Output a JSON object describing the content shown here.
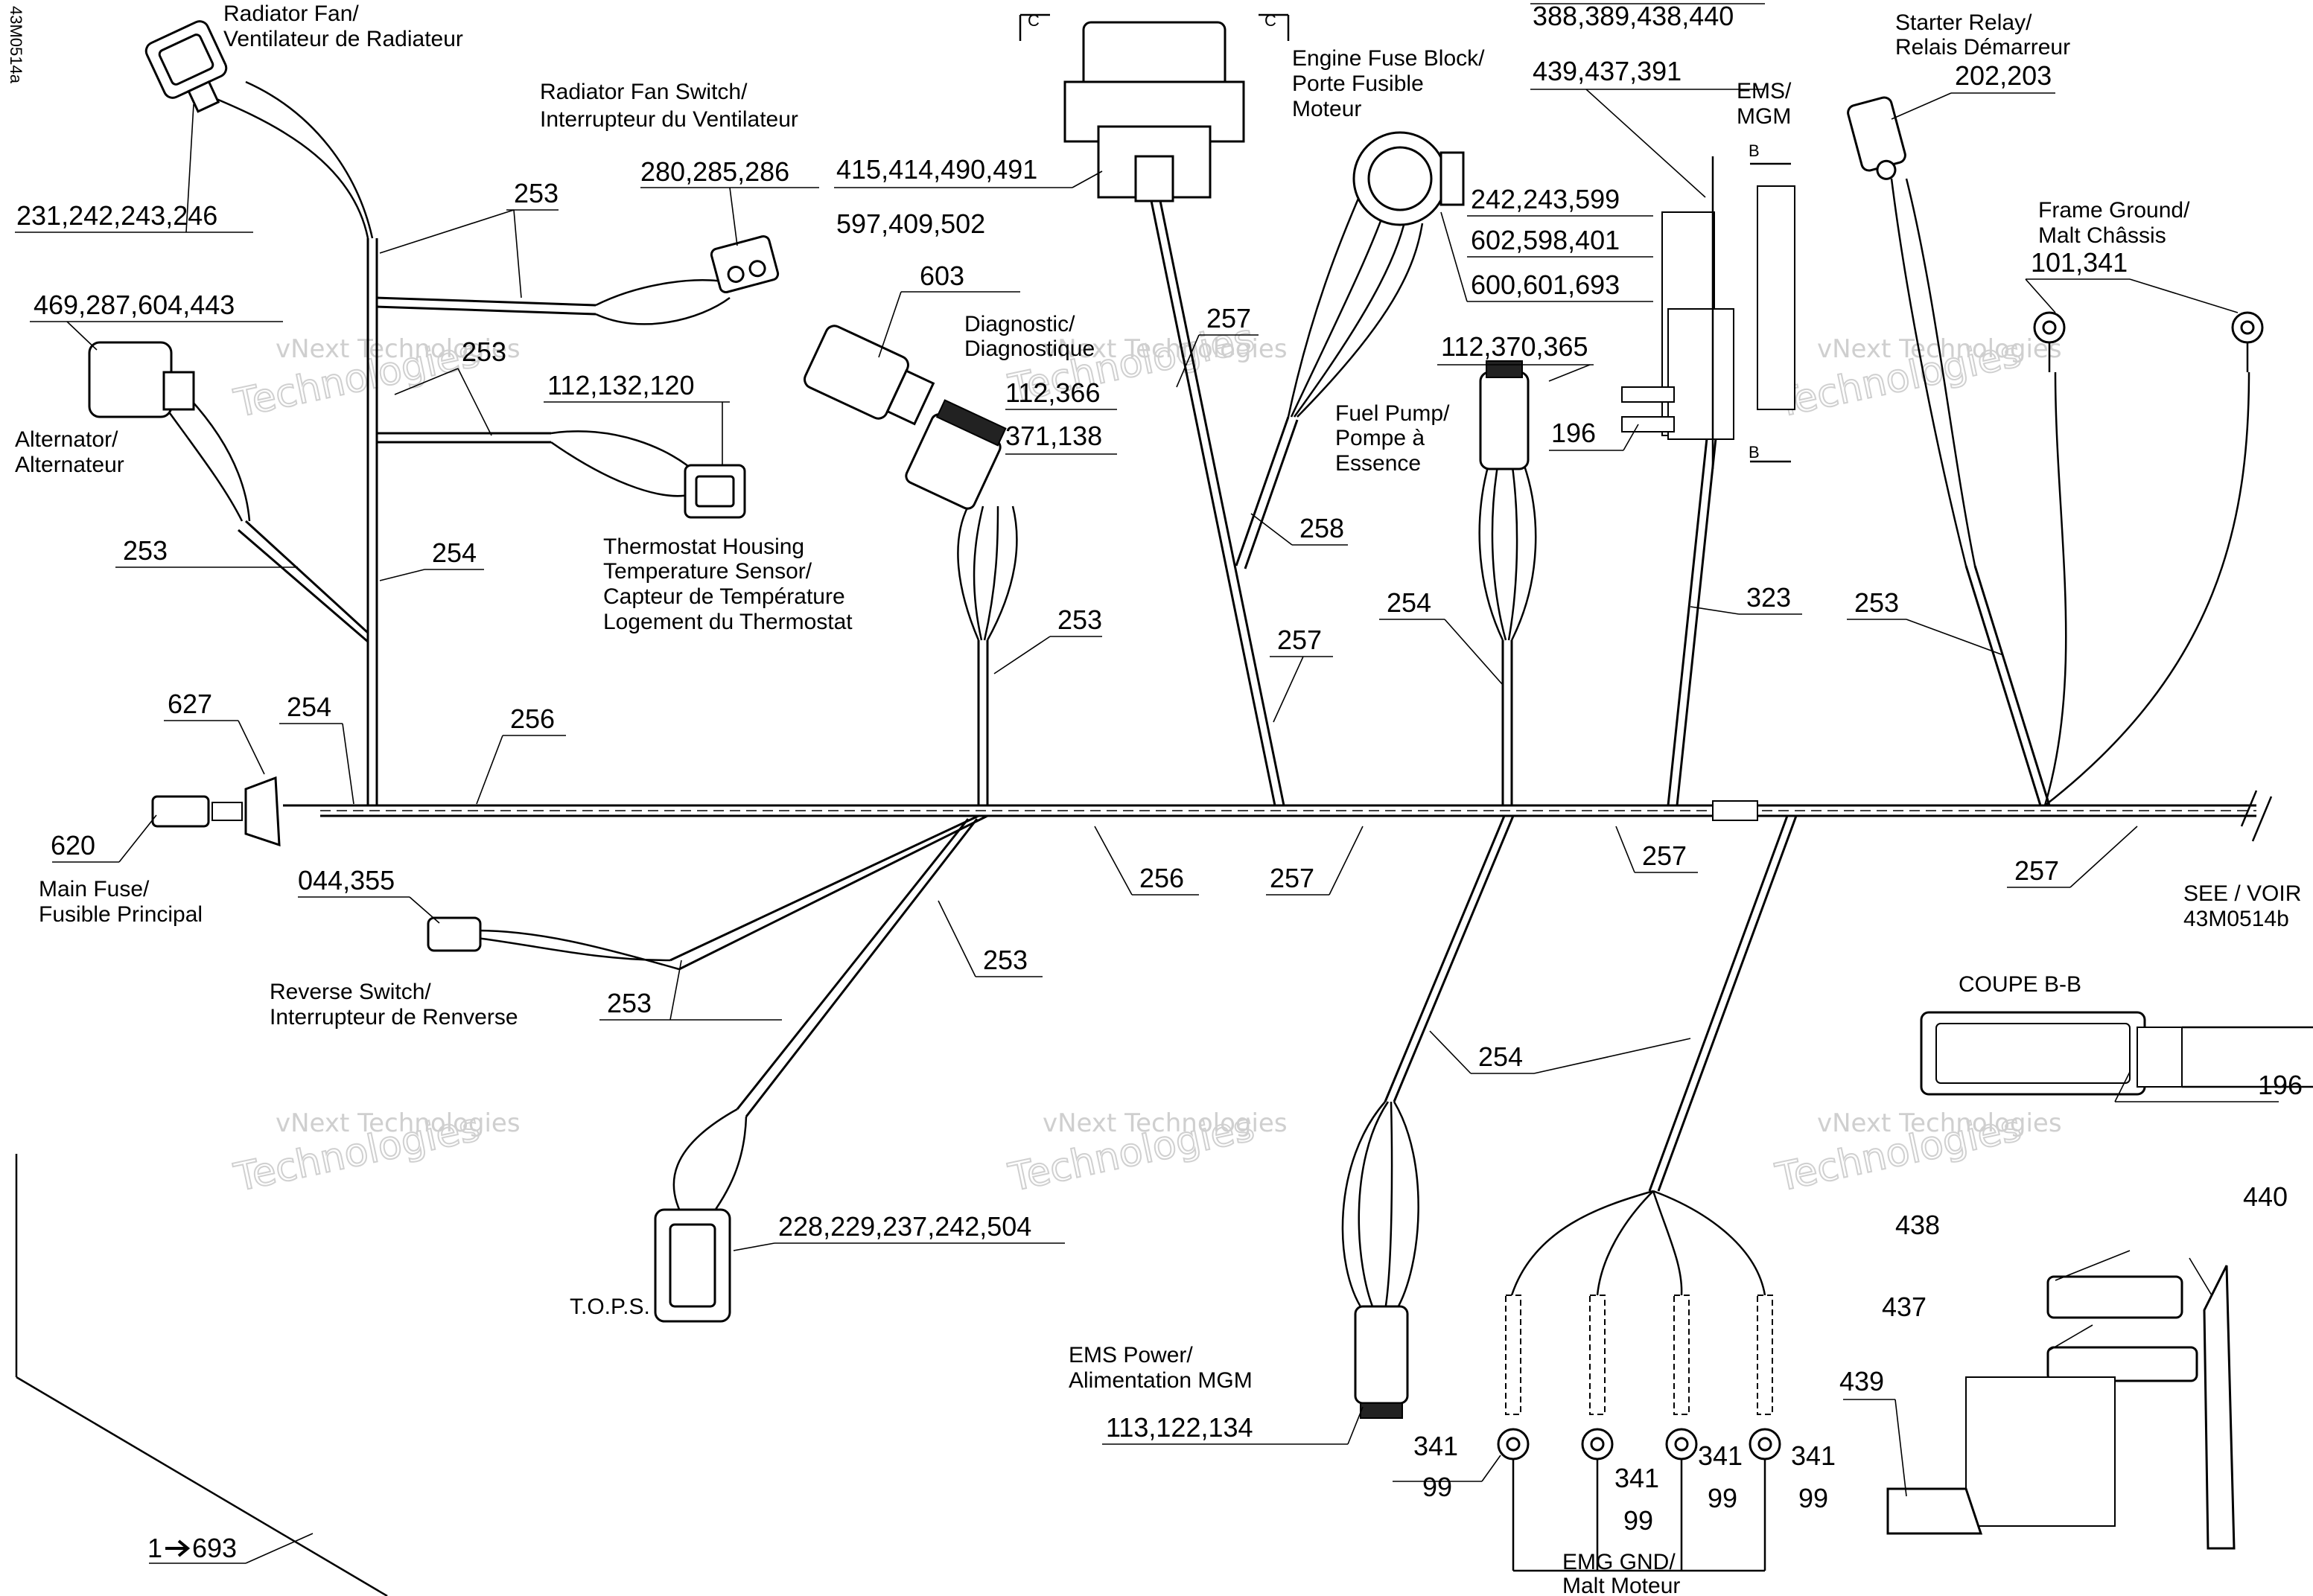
{
  "document": {
    "code": "43M0514a"
  },
  "components": {
    "radiator_fan": {
      "name_en": "Radiator Fan/",
      "name_fr": "Ventilateur de Radiateur",
      "pins": "231,242,243,246"
    },
    "radiator_fan_switch": {
      "name_en": "Radiator Fan Switch/",
      "name_fr": "Interrupteur du Ventilateur",
      "pins": "280,285,286"
    },
    "alternator": {
      "name_en": "Alternator/",
      "name_fr": "Alternateur",
      "pins": "469,287,604,443"
    },
    "thermostat_sensor": {
      "line1": "Thermostat Housing",
      "line2": "Temperature Sensor/",
      "line3": "Capteur de Température",
      "line4": "Logement du Thermostat",
      "pins": "112,132,120"
    },
    "main_connector": {
      "pins1": "415,414,490,491",
      "pins2": "597,409,502",
      "section": "C"
    },
    "diagnostic": {
      "name_en": "Diagnostic/",
      "name_fr": "Diagnostique",
      "pins": "603",
      "mate_pins1": "112,366",
      "mate_pins2": "371,138"
    },
    "engine_fuse_block": {
      "line1": "Engine Fuse Block/",
      "line2": "Porte Fusible",
      "line3": "Moteur",
      "pins1": "242,243,599",
      "pins2": "602,598,401",
      "pins3": "600,601,693"
    },
    "fuel_pump": {
      "line1": "Fuel Pump/",
      "line2": "Pompe à",
      "line3": "Essence",
      "pins": "112,370,365"
    },
    "ems": {
      "line1": "EMS/",
      "line2": "MGM",
      "pins1": "388,389,438,440",
      "pins2": "439,437,391",
      "pins3": "196",
      "section": "B"
    },
    "starter_relay": {
      "name_en": "Starter Relay/",
      "name_fr": "Relais Démarreur",
      "pins": "202,203"
    },
    "frame_ground": {
      "name_en": "Frame Ground/",
      "name_fr": "Malt Châssis",
      "pins": "101,341"
    },
    "main_fuse": {
      "name_en": "Main Fuse/",
      "name_fr": "Fusible Principal",
      "pins_a": "627",
      "pins_b": "620"
    },
    "reverse_switch": {
      "name_en": "Reverse Switch/",
      "name_fr": "Interrupteur de Renverse",
      "pins": "044,355"
    },
    "tops": {
      "name": "T.O.P.S.",
      "pins": "228,229,237,242,504"
    },
    "ems_power": {
      "name_en": "EMS Power/",
      "name_fr": "Alimentation MGM",
      "pins": "113,122,134"
    },
    "emg_gnd": {
      "name_en": "EMG GND/",
      "name_fr": "Malt Moteur",
      "pins_a": "341",
      "pins_b": "99"
    },
    "see_ref": {
      "line1": "SEE / VOIR",
      "line2": "43M0514b"
    },
    "coupe": {
      "title": "COUPE B-B",
      "pins": "196"
    },
    "ems_detail": {
      "p438": "438",
      "p440": "440",
      "p437": "437",
      "p439": "439"
    },
    "bottom_ref": {
      "arrow": "1",
      "target": "693"
    }
  },
  "wire_labels": {
    "w253": "253",
    "w254": "254",
    "w256": "256",
    "w257": "257",
    "w258": "258",
    "w323": "323"
  },
  "watermark": {
    "line1": "vNext Technologies",
    "line2": "Technologies"
  }
}
